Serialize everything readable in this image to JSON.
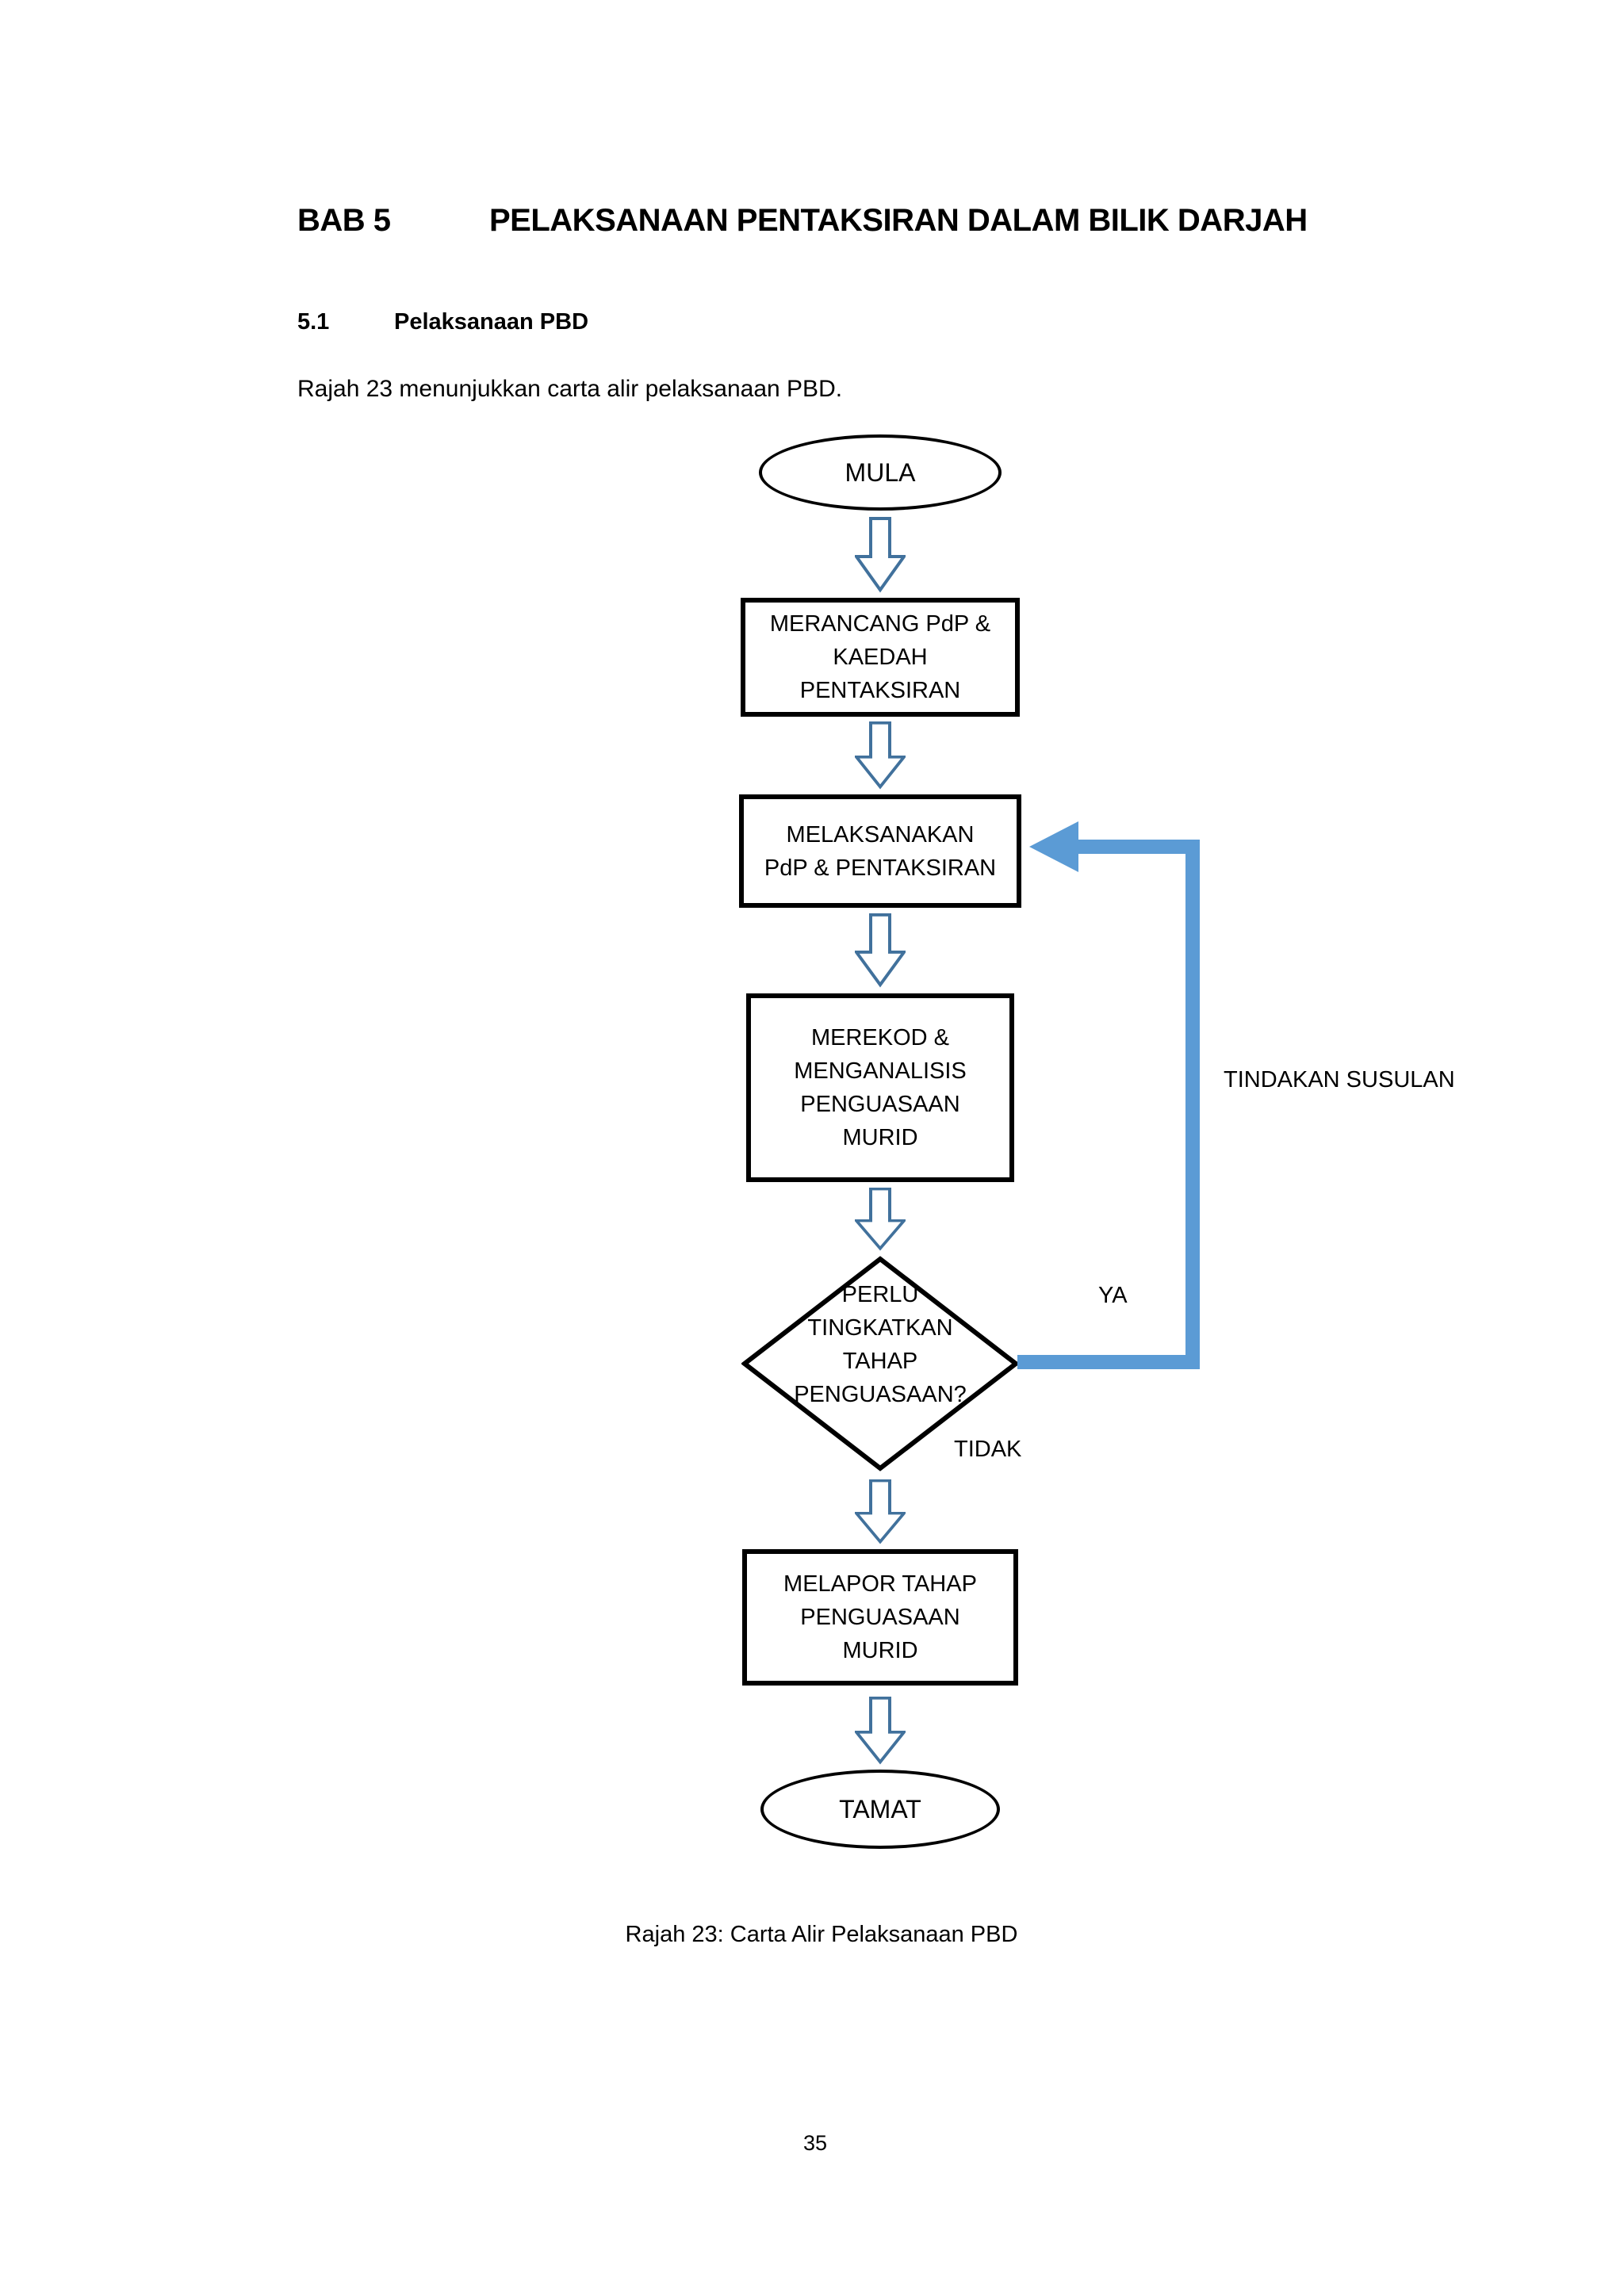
{
  "header": {
    "chapter_label": "BAB 5",
    "chapter_title": "PELAKSANAAN PENTAKSIRAN DALAM BILIK DARJAH",
    "section_number": "5.1",
    "section_title": "Pelaksanaan PBD",
    "intro_text": "Rajah 23 menunjukkan carta alir pelaksanaan PBD."
  },
  "flowchart": {
    "start_label": "MULA",
    "step_merancang": "MERANCANG PdP &\nKAEDAH\nPENTAKSIRAN",
    "step_melaksanakan": "MELAKSANAKAN\nPdP & PENTAKSIRAN",
    "step_merekod": "MEREKOD &\nMENGANALISIS\nPENGUASAAN\nMURID",
    "decision_text": "PERLU\nTINGKATKAN\nTAHAP\nPENGUASAAN?",
    "step_melapor": "MELAPOR TAHAP\nPENGUASAAN\nMURID",
    "end_label": "TAMAT",
    "label_yes": "YA",
    "label_no": "TIDAK",
    "label_feedback": "TINDAKAN SUSULAN",
    "colors": {
      "shape_border": "#000000",
      "arrow_outline": "#41719c",
      "arrow_fill": "#ffffff",
      "feedback_arrow": "#5b9bd5"
    }
  },
  "footer": {
    "caption": "Rajah 23: Carta Alir Pelaksanaan PBD",
    "page_number": "35"
  }
}
